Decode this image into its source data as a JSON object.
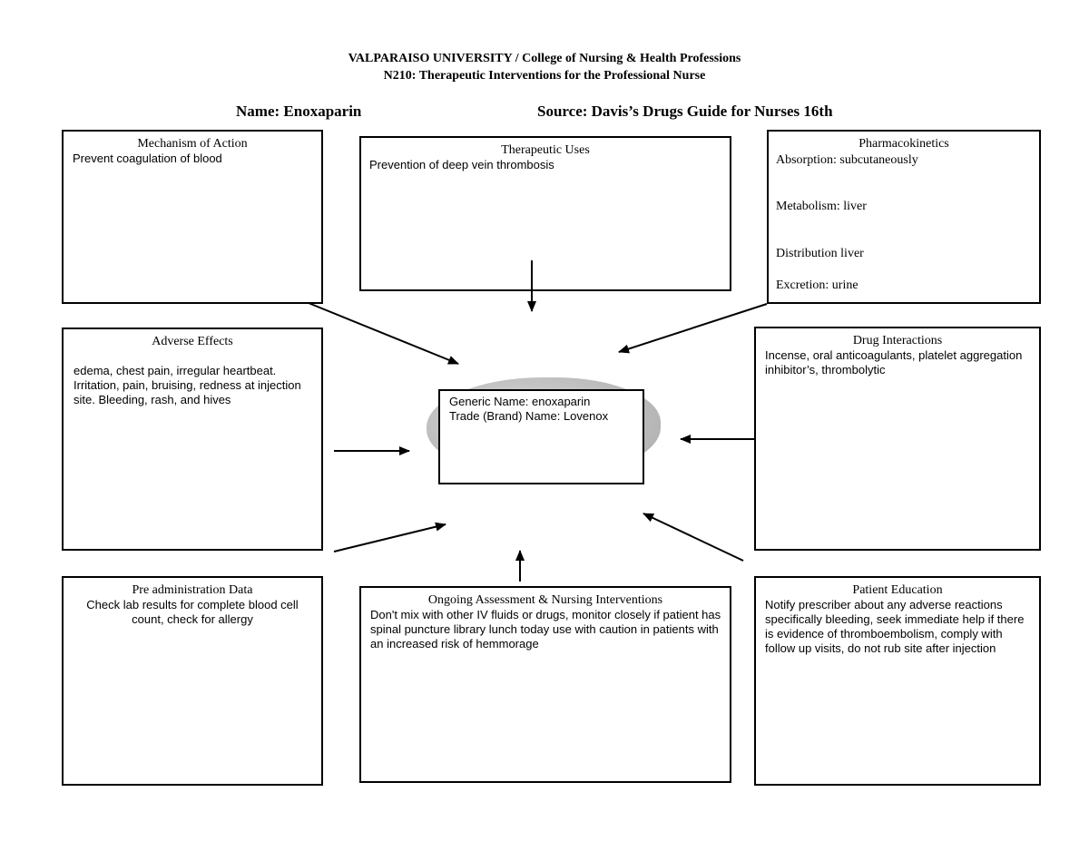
{
  "header": {
    "line1": "VALPARAISO UNIVERSITY / College of Nursing & Health Professions",
    "line2": "N210: Therapeutic Interventions for the Professional Nurse",
    "name": "Name: Enoxaparin",
    "source": "Source: Davis’s Drugs Guide for Nurses 16th"
  },
  "mechanism": {
    "title": "Mechanism of Action",
    "body": "Prevent coagulation of blood"
  },
  "therapeutic": {
    "title": "Therapeutic Uses",
    "body": "Prevention of deep vein thrombosis"
  },
  "pharmacokinetics": {
    "title": "Pharmacokinetics",
    "absorption": "Absorption: subcutaneously",
    "metabolism": "Metabolism: liver",
    "distribution": "Distribution liver",
    "excretion": "Excretion: urine"
  },
  "adverse": {
    "title": "Adverse Effects",
    "body": "edema, chest pain, irregular heartbeat. Irritation, pain, bruising, redness at injection site. Bleeding, rash, and hives"
  },
  "center": {
    "generic": "Generic Name: enoxaparin",
    "trade": "Trade (Brand) Name: Lovenox"
  },
  "interactions": {
    "title": "Drug Interactions",
    "body": "Incense, oral anticoagulants, platelet aggregation inhibitor’s, thrombolytic"
  },
  "preadmin": {
    "title": "Pre administration Data",
    "body": "Check lab results for complete blood cell count, check for allergy"
  },
  "ongoing": {
    "title": "Ongoing Assessment & Nursing Interventions",
    "body": "Don't mix with other IV fluids or drugs, monitor closely if patient has spinal puncture library lunch today use with caution in patients with an increased risk of hemmorage"
  },
  "education": {
    "title": "Patient Education",
    "body": "Notify prescriber about any adverse reactions specifically bleeding, seek immediate help if there is evidence of thromboembolism, comply with follow up visits, do not rub site after injection"
  }
}
